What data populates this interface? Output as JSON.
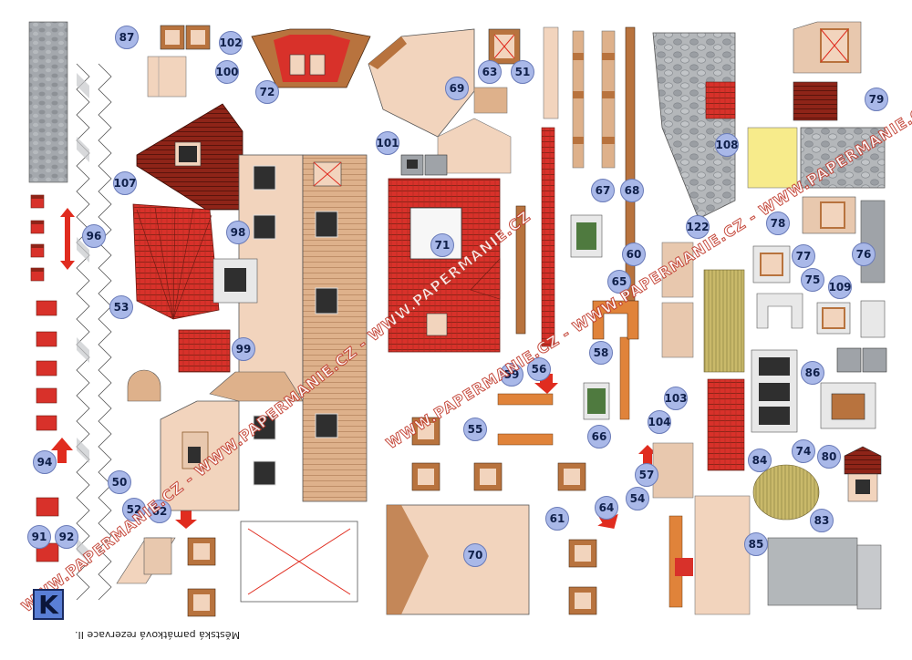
{
  "sheet": {
    "letter": "K",
    "caption": "Městská památková rezervace II."
  },
  "watermark": {
    "text": "WWW.PAPERMANIE.CZ - WWW.PAPERMANIE.CZ - WWW.PAPERMANIE.CZ"
  },
  "part_numbers": [
    "87",
    "102",
    "100",
    "72",
    "63",
    "51",
    "69",
    "101",
    "79",
    "91",
    "108",
    "107",
    "98",
    "96",
    "71",
    "67",
    "68",
    "122",
    "78",
    "53",
    "60",
    "65",
    "77",
    "76",
    "75",
    "109",
    "99",
    "59",
    "56",
    "58",
    "86",
    "103",
    "74",
    "55",
    "66",
    "104",
    "84",
    "80",
    "94",
    "50",
    "52",
    "62",
    "57",
    "54",
    "61",
    "64",
    "70",
    "83",
    "85",
    "92"
  ],
  "colors": {
    "roof_red": "#d8312a",
    "roof_dark": "#8e2418",
    "wall_salmon": "#f2d4bd",
    "wall_tan": "#deb18b",
    "stone_grey": "#9fa3a8",
    "badge_blue": "#a9b8e8",
    "yellow": "#f7eb8b",
    "straw": "#c9b96a",
    "brown": "#8b5a2b"
  }
}
